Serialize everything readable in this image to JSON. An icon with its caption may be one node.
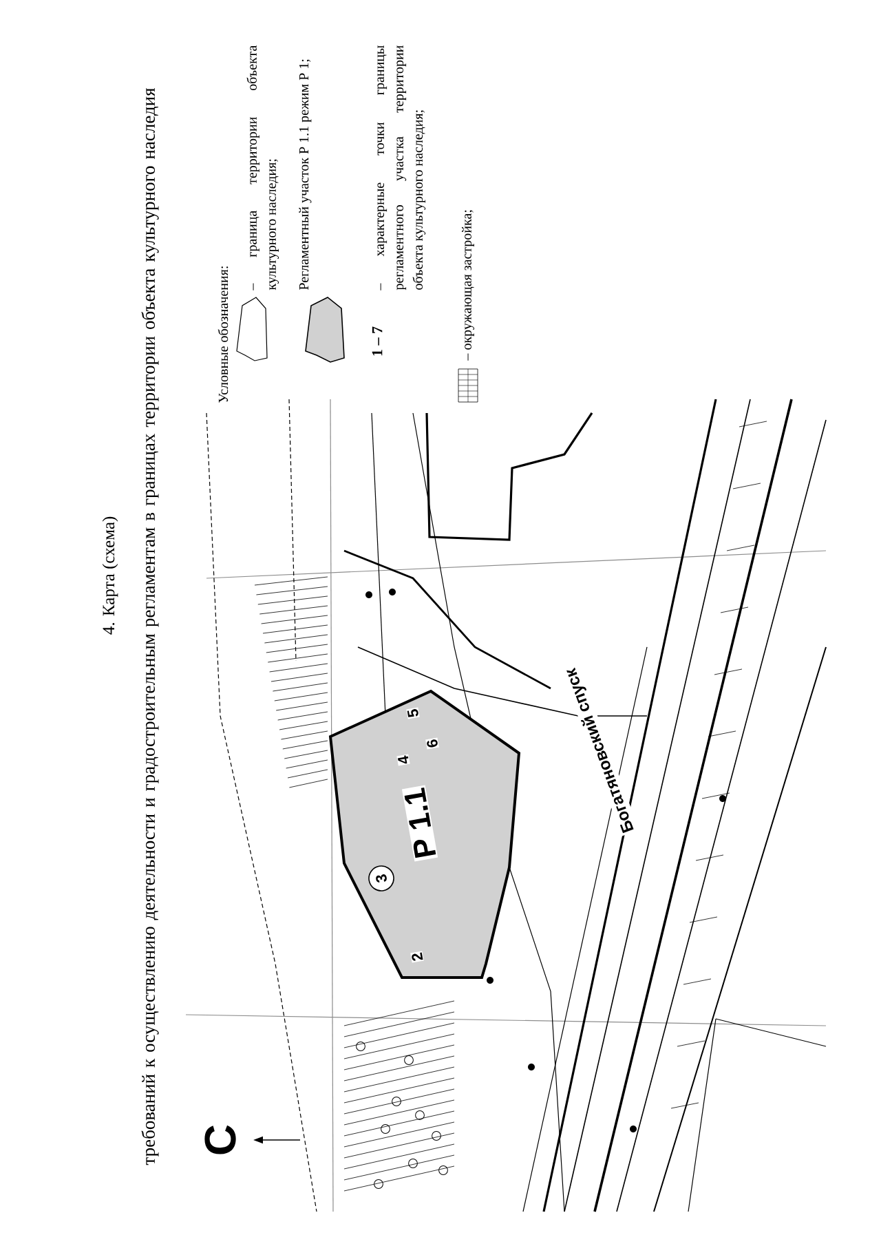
{
  "diagram": {
    "title": "4. Карта (схема)",
    "caption": "требований к осуществлению деятельности и градостроительным регламентам в границах территории объекта культурного наследия",
    "nodes": [
      {
        "text": [
          "Р 1.1"
        ]
      }
    ],
    "labels": [
      "С",
      "4",
      "5",
      "6",
      "3",
      "2",
      "Богатяновский спуск",
      "Условные обозначения:",
      "1 – 7"
    ],
    "legend": [
      {
        "text": "– граница территории объекта культурного наследия;"
      },
      {
        "text": "Регламентный участок Р 1.1 режим Р 1;"
      },
      {
        "text": "– характерные точки границы регламентного участка территории объекта культурного наследия;"
      },
      {
        "text": "– окружающая застройка;"
      }
    ]
  }
}
